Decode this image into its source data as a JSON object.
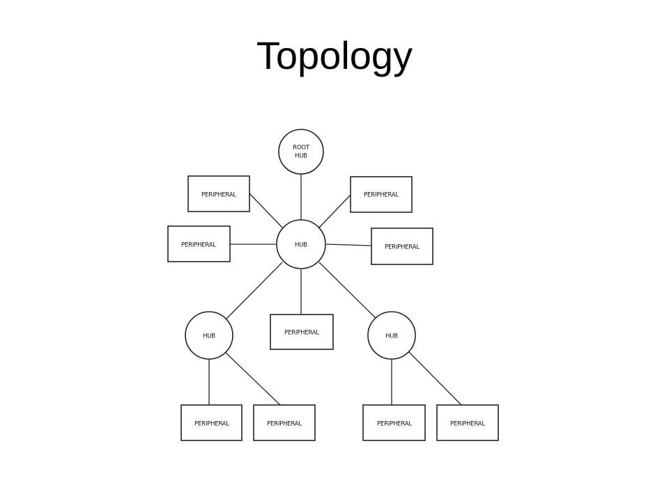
{
  "slide": {
    "title": "Topology"
  },
  "diagram": {
    "root_hub": {
      "line1": "ROOT",
      "line2": "HUB"
    },
    "hub_label": "HUB",
    "peripheral_label": "PERIPHERAL"
  }
}
